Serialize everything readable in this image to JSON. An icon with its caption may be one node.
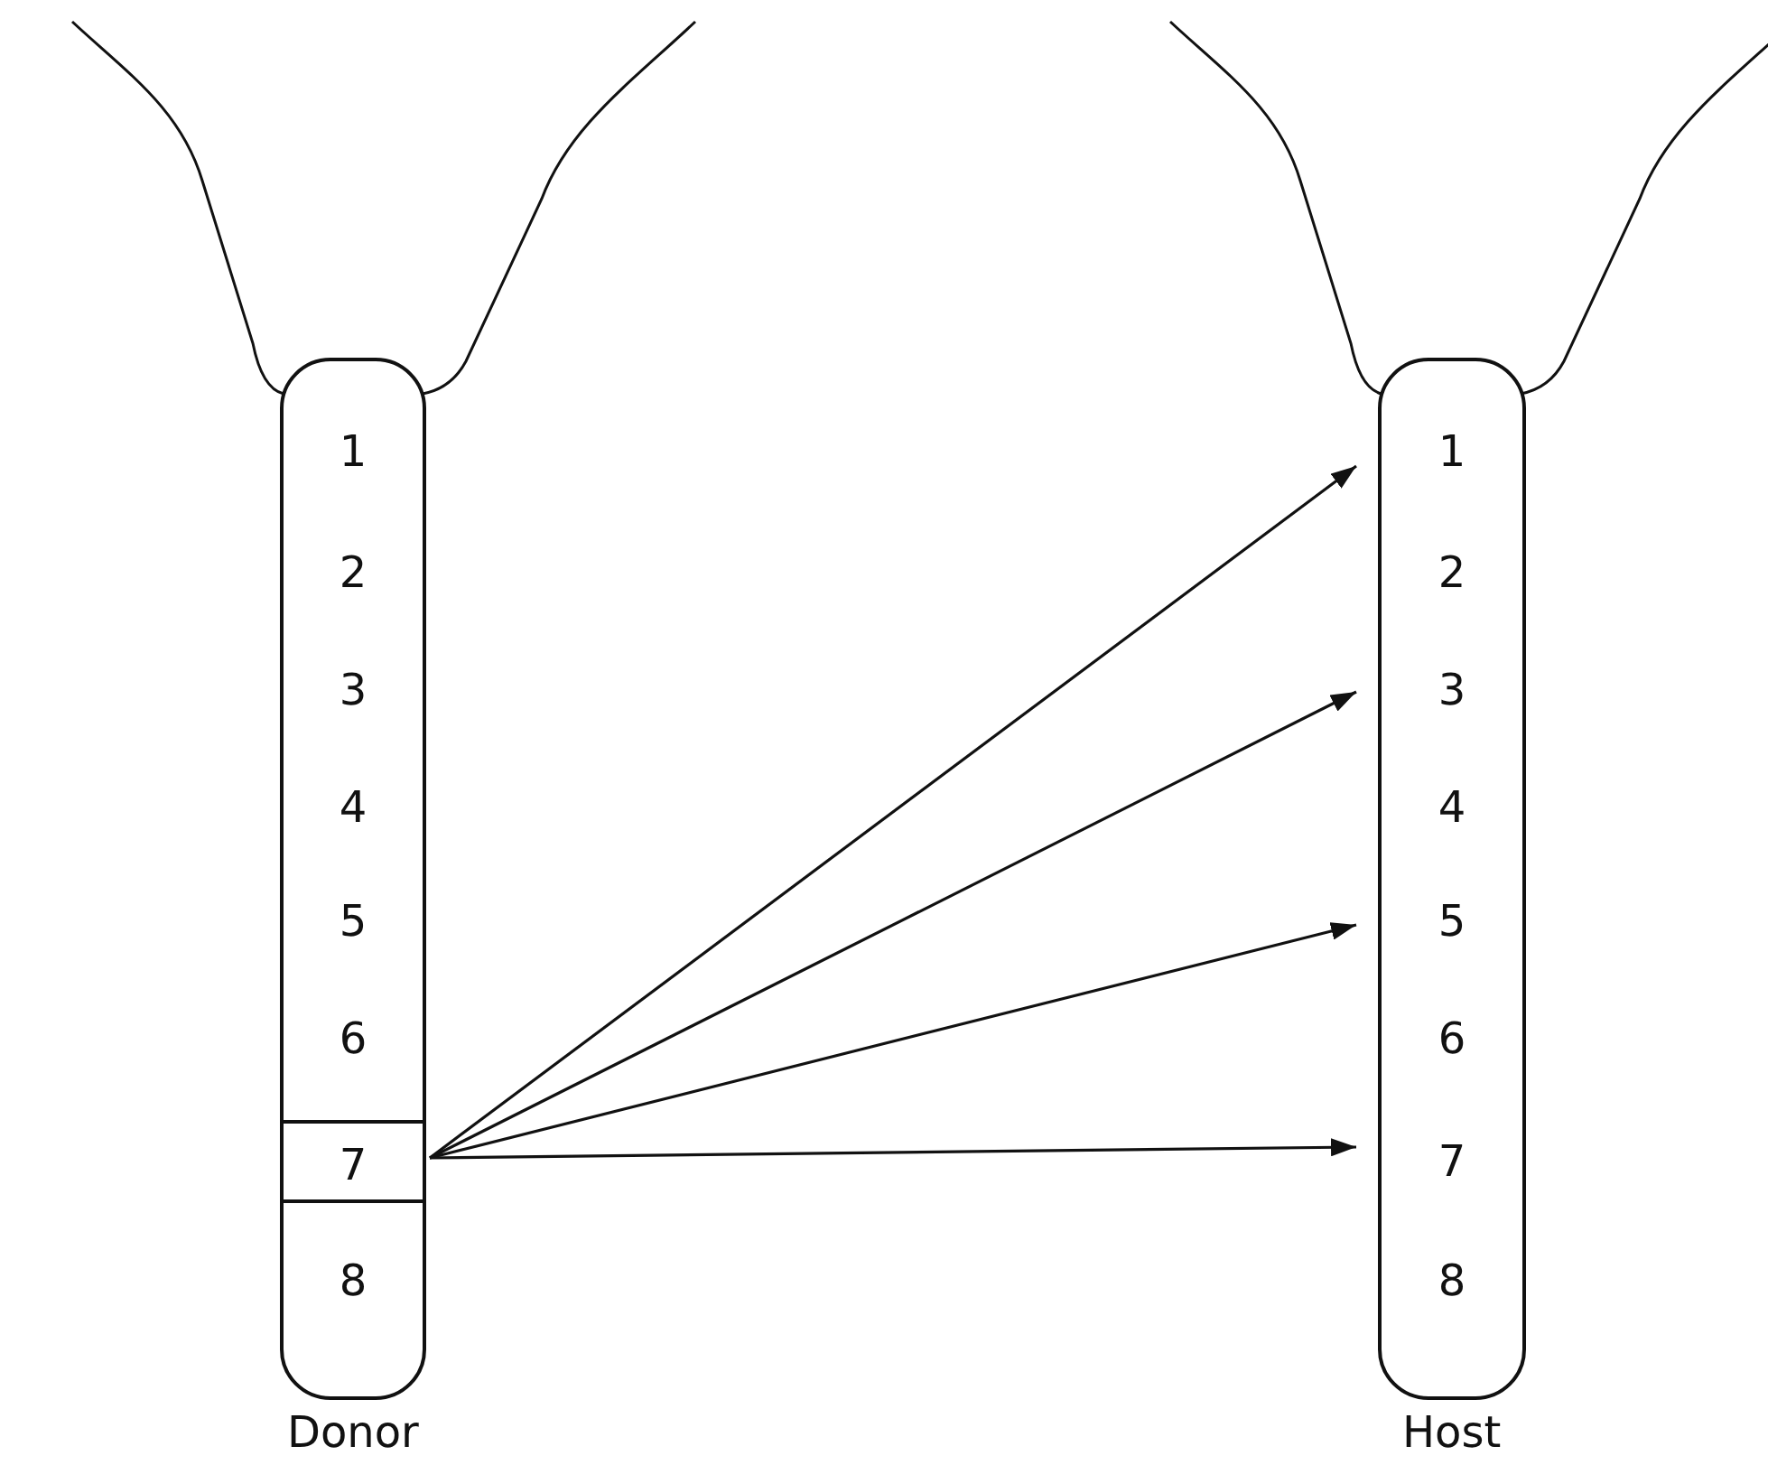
{
  "diagram": {
    "nodes": [
      {
        "text": [
          "Donor"
        ]
      },
      {
        "text": [
          "1"
        ],
        "in": 0
      },
      {
        "text": [
          "2"
        ],
        "in": 0
      },
      {
        "text": [
          "3"
        ],
        "in": 0
      },
      {
        "text": [
          "4"
        ],
        "in": 0
      },
      {
        "text": [
          "5"
        ],
        "in": 0
      },
      {
        "text": [
          "6"
        ],
        "in": 0
      },
      {
        "text": [
          "7"
        ],
        "in": 0
      },
      {
        "text": [
          "8"
        ],
        "in": 0
      },
      {
        "text": [
          "Host"
        ]
      },
      {
        "text": [
          "1"
        ],
        "in": 9
      },
      {
        "text": [
          "2"
        ],
        "in": 9
      },
      {
        "text": [
          "3"
        ],
        "in": 9
      },
      {
        "text": [
          "4"
        ],
        "in": 9
      },
      {
        "text": [
          "5"
        ],
        "in": 9
      },
      {
        "text": [
          "6"
        ],
        "in": 9
      },
      {
        "text": [
          "7"
        ],
        "in": 9
      },
      {
        "text": [
          "8"
        ],
        "in": 9
      }
    ],
    "edges": [
      {
        "from": 7,
        "to": 10,
        "arrow": "to"
      },
      {
        "from": 7,
        "to": 12,
        "arrow": "to"
      },
      {
        "from": 7,
        "to": 14,
        "arrow": "to"
      },
      {
        "from": 7,
        "to": 16,
        "arrow": "to"
      }
    ]
  }
}
